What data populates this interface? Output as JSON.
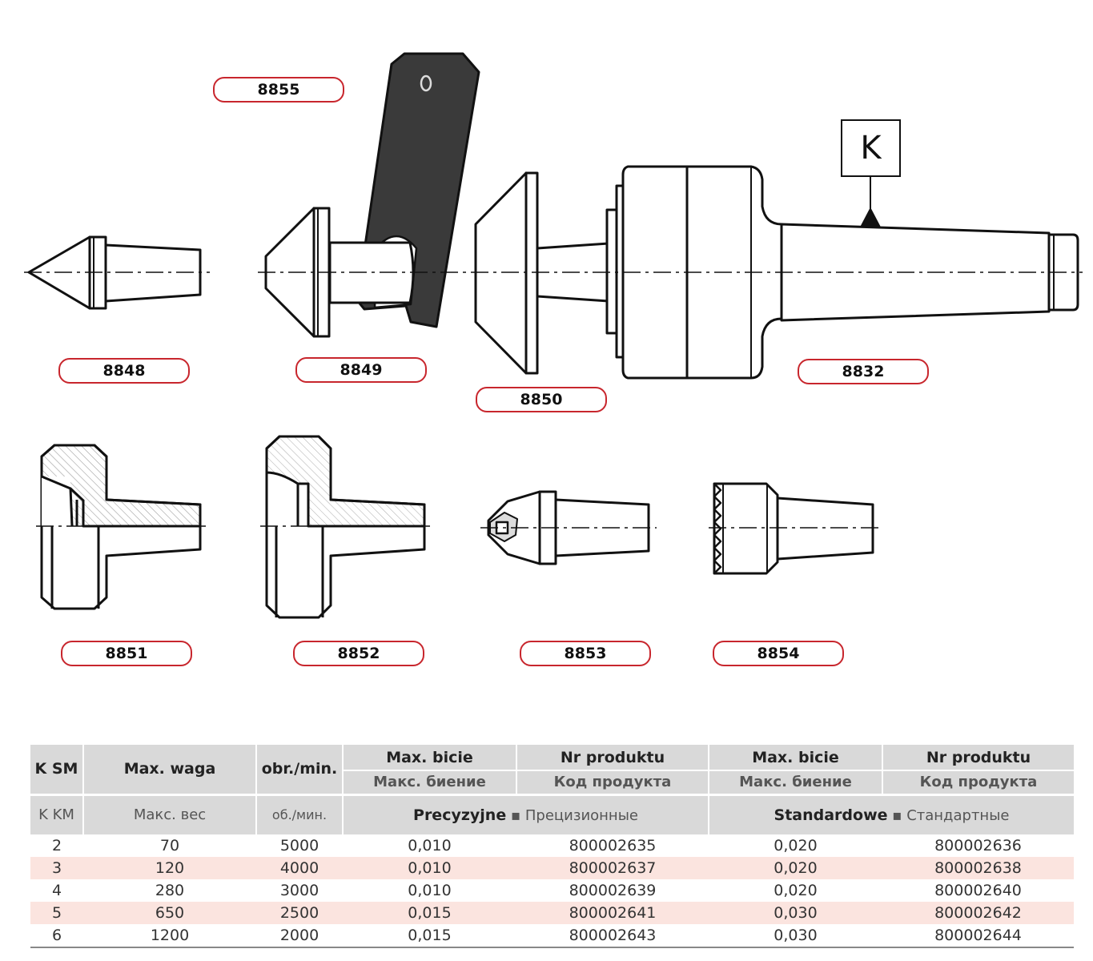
{
  "labels": {
    "l8855": "8855",
    "l8848": "8848",
    "l8849": "8849",
    "l8850": "8850",
    "l8832": "8832",
    "l8851": "8851",
    "l8852": "8852",
    "l8853": "8853",
    "l8854": "8854",
    "k_marker": "K"
  },
  "table": {
    "h_ksm": "K SM",
    "h_kkm": "K KM",
    "h_waga": "Max. waga",
    "h_ves": "Макс. вес",
    "h_obr": "obr./min.",
    "h_ob": "об./мин.",
    "h_bicie1": "Max. bicie",
    "h_bienie1": "Макс. биение",
    "h_nr1": "Nr produktu",
    "h_kod1": "Код продукта",
    "h_bicie2": "Max. bicie",
    "h_bienie2": "Макс. биение",
    "h_nr2": "Nr produktu",
    "h_kod2": "Код продукта",
    "precise_pl": "Precyzyjne",
    "precise_ru": "Прецизионные",
    "standard_pl": "Standardowe",
    "standard_ru": "Стандартные",
    "bullet": "▪",
    "rows": [
      {
        "k": "2",
        "waga": "70",
        "obr": "5000",
        "bicie1": "0,010",
        "nr1": "800002635",
        "bicie2": "0,020",
        "nr2": "800002636"
      },
      {
        "k": "3",
        "waga": "120",
        "obr": "4000",
        "bicie1": "0,010",
        "nr1": "800002637",
        "bicie2": "0,020",
        "nr2": "800002638"
      },
      {
        "k": "4",
        "waga": "280",
        "obr": "3000",
        "bicie1": "0,010",
        "nr1": "800002639",
        "bicie2": "0,020",
        "nr2": "800002640"
      },
      {
        "k": "5",
        "waga": "650",
        "obr": "2500",
        "bicie1": "0,015",
        "nr1": "800002641",
        "bicie2": "0,030",
        "nr2": "800002642"
      },
      {
        "k": "6",
        "waga": "1200",
        "obr": "2000",
        "bicie1": "0,015",
        "nr1": "800002643",
        "bicie2": "0,030",
        "nr2": "800002644"
      }
    ]
  }
}
